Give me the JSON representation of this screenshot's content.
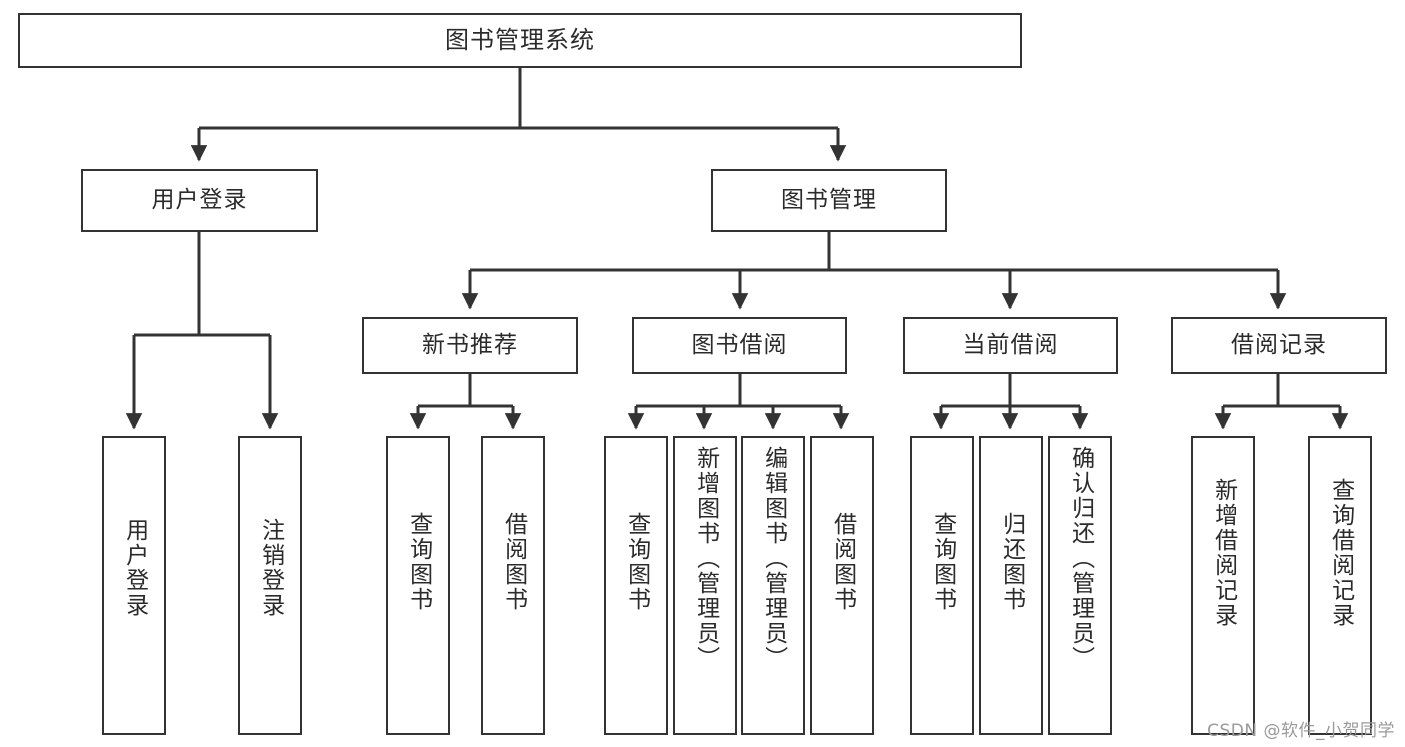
{
  "diagram": {
    "title": "图书管理系统",
    "type": "tree-hierarchy",
    "root": {
      "label": "图书管理系统"
    },
    "level2": [
      {
        "label": "用户登录"
      },
      {
        "label": "图书管理"
      }
    ],
    "level3": [
      {
        "label": "新书推荐"
      },
      {
        "label": "图书借阅"
      },
      {
        "label": "当前借阅"
      },
      {
        "label": "借阅记录"
      }
    ],
    "leaves": {
      "user_login": [
        {
          "label": "用户登录"
        },
        {
          "label": "注销登录"
        }
      ],
      "new_book_recommend": [
        {
          "label": "查询图书"
        },
        {
          "label": "借阅图书"
        }
      ],
      "book_borrow": [
        {
          "label": "查询图书"
        },
        {
          "label": "新增图书（管理员）"
        },
        {
          "label": "编辑图书（管理员）"
        },
        {
          "label": "借阅图书"
        }
      ],
      "current_borrow": [
        {
          "label": "查询图书"
        },
        {
          "label": "归还图书"
        },
        {
          "label": "确认归还（管理员）"
        }
      ],
      "borrow_record": [
        {
          "label": "新增借阅记录"
        },
        {
          "label": "查询借阅记录"
        }
      ]
    },
    "watermark": "CSDN @软件_小贺同学",
    "colors": {
      "border": "#333333",
      "text": "#2b2b2b",
      "background": "#ffffff",
      "watermark": "#9a9a9a"
    }
  }
}
